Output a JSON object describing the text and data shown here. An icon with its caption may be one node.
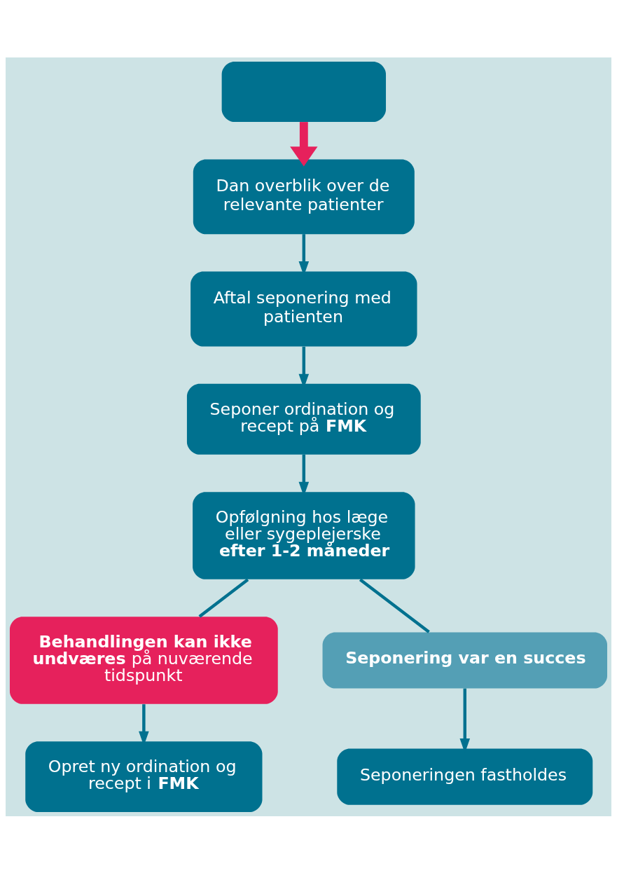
{
  "diagram": {
    "nodes": [
      {
        "text": [],
        "shape": "box"
      },
      {
        "text": [
          "Dan overblik over de relevante patienter"
        ]
      },
      {
        "text": [
          "Aftal seponering med patienten"
        ]
      },
      {
        "text": [
          "Seponer ordination og recept på **FMK**"
        ]
      },
      {
        "text": [
          "Opfølgning hos læge eller sygeplejerske **efter 1-2 måneder**"
        ]
      },
      {
        "text": [
          "**Behandlingen kan ikke undværes** på nuværende tidspunkt"
        ]
      },
      {
        "text": [
          "Seponering var en succes"
        ]
      },
      {
        "text": [
          "Opret ny ordination og recept i **FMK**"
        ]
      },
      {
        "text": [
          "Seponeringen fastholdes"
        ]
      }
    ],
    "edges": [
      {
        "from": 0,
        "to": 1,
        "arrow": "to",
        "style": "thick",
        "color": "#e6215c"
      },
      {
        "from": 1,
        "to": 2,
        "arrow": "to"
      },
      {
        "from": 2,
        "to": 3,
        "arrow": "to"
      },
      {
        "from": 3,
        "to": 4,
        "arrow": "to"
      },
      {
        "from": 4,
        "to": 5,
        "arrow": "none"
      },
      {
        "from": 4,
        "to": 6,
        "arrow": "none"
      },
      {
        "from": 5,
        "to": 7,
        "arrow": "to"
      },
      {
        "from": 6,
        "to": 8,
        "arrow": "to"
      }
    ]
  }
}
